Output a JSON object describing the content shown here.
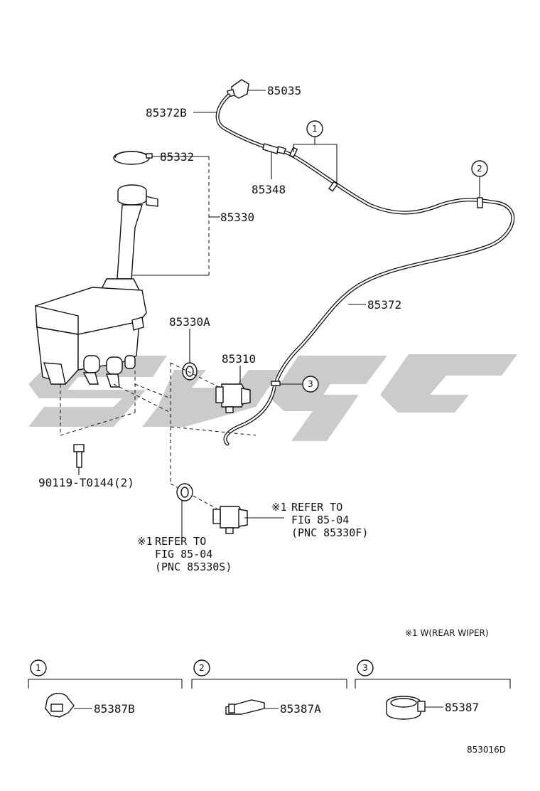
{
  "labels": {
    "nozzle": "85035",
    "hose_upper": "85372B",
    "cap": "85332",
    "joint": "85348",
    "inlet": "85330",
    "grommet": "85330A",
    "pump": "85310",
    "hose_main": "85372",
    "bolt": "90119-T0144(2)"
  },
  "refs": {
    "rear_marker": "※1",
    "rear_line1": "REFER TO",
    "rear_line2": "FIG 85-04",
    "rear_line3": "(PNC 85330F)",
    "front_marker": "※1",
    "front_line1": "REFER TO",
    "front_line2": "FIG 85-04",
    "front_line3": "(PNC 85330S)"
  },
  "footnote": "※1 W(REAR WIPER)",
  "callouts": [
    "1",
    "2",
    "3"
  ],
  "clips": [
    {
      "number": "1",
      "part": "85387B"
    },
    {
      "number": "2",
      "part": "85387A"
    },
    {
      "number": "3",
      "part": "85387"
    }
  ],
  "figure_id": "853016D"
}
